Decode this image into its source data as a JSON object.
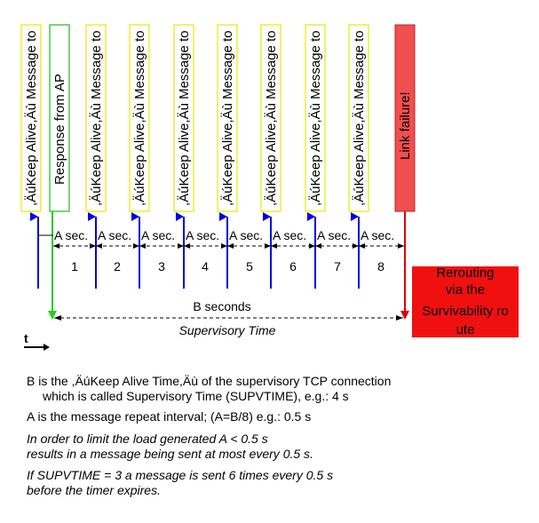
{
  "diagram": {
    "message_label": ",ÄúKeep Alive,Äù Message to",
    "response_label": "Response from AP",
    "failure_label": "Link failure!",
    "interval_label": "A sec.",
    "interval_numbers": [
      "1",
      "2",
      "3",
      "4",
      "5",
      "6",
      "7",
      "8"
    ],
    "b_label": "B seconds",
    "supervisory_label": "Supervisory Time",
    "time_axis_label": "t",
    "rerouting_lines": [
      "Rerouting",
      "via the",
      "Survivability ro",
      "ute"
    ]
  },
  "notes": {
    "line1": "B is the ,ÄúKeep Alive Time,Äù of the supervisory TCP connection",
    "line2": "which is called Supervisory Time (SUPVTIME), e.g.: 4 s",
    "line3": "A is the message repeat interval;  (A=B/8) e.g.: 0.5 s",
    "line4": "In order to limit the load generated  A < 0.5 s",
    "line5": "results in a message being sent at most every 0.5 s.",
    "line6": "If SUPVTIME = 3 a message is sent 6 times every 0.5 s",
    "line7": "before the timer expires."
  },
  "colors": {
    "message_box_border": "#e8e800",
    "response_box_border": "#1eb81e",
    "failure_box_fill": "#f04f4f",
    "rerouting_fill": "#f01010",
    "blue_arrow": "#0000e0",
    "green_arrow": "#20d020",
    "red_arrow": "#e00000"
  }
}
